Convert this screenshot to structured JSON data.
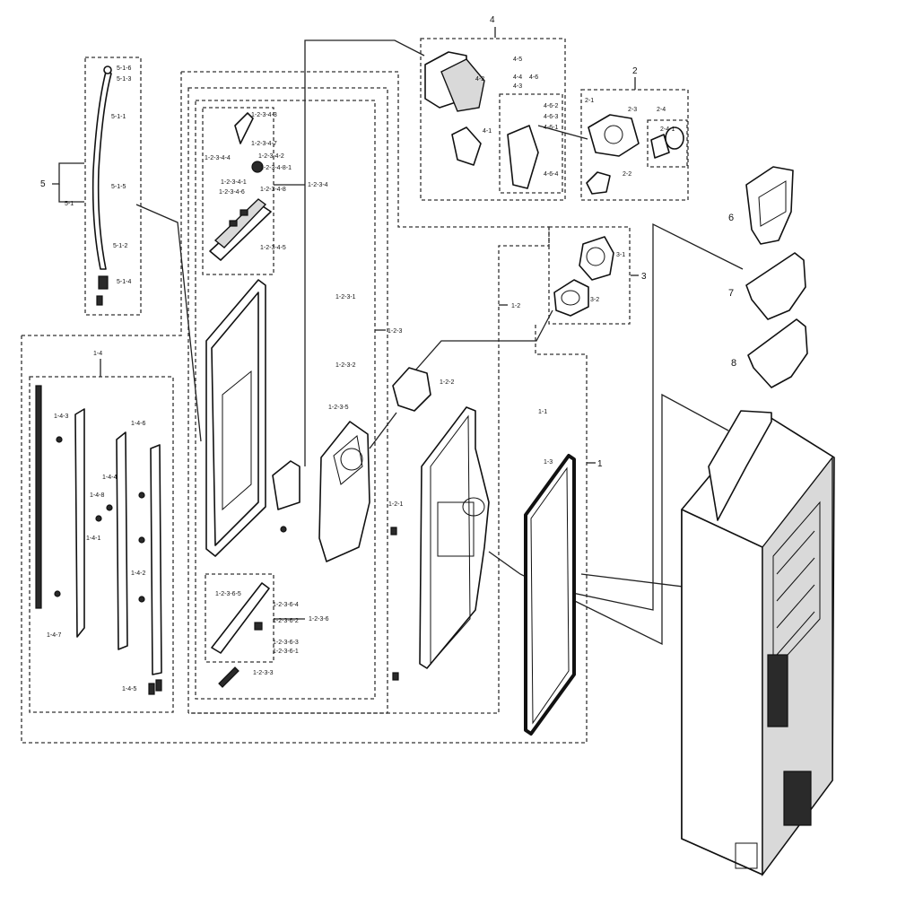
{
  "labels": {
    "top": [
      "4",
      "4-5",
      "4-2",
      "4-4",
      "4-3",
      "4-6",
      "4-1",
      "4-6-2",
      "4-6-3",
      "4-6-1",
      "4-6-4",
      "2",
      "2-1",
      "2-3",
      "2-4",
      "2-4-1",
      "2-2"
    ],
    "handle": [
      "5-1-6",
      "5-1-3",
      "5-1-1",
      "5",
      "5-1",
      "5-1-5",
      "5-1-2",
      "5-1-4"
    ],
    "dispenser_upper": [
      "1-2-3-4-3",
      "1-2-3-4-7",
      "1-2-3-4-2",
      "1-2-3-4-4",
      "1-2-3-4-8-1",
      "1-2-3-4-1",
      "1-2-3-4-6",
      "1-2-3-4-8",
      "1-2-3-4-5",
      "1-2-3-4"
    ],
    "inner_door": [
      "1-2-3-1",
      "1-2-3",
      "1-2-3-2",
      "1-2-3-5",
      "1-2",
      "1-2-2",
      "1-2-1",
      "1-1",
      "1-3",
      "1",
      "3-1",
      "3",
      "3-2"
    ],
    "dispenser_lower": [
      "1-2-3-6-5",
      "1-2-3-6-4",
      "1-2-3-6-2",
      "1-2-3-6",
      "1-2-3-6-3",
      "1-2-3-6-1",
      "1-2-3-3"
    ],
    "hinge": [
      "1-4",
      "1-4-3",
      "1-4-6",
      "1-4-4",
      "1-4-8",
      "1-4-1",
      "1-4-2",
      "1-4-7",
      "1-4-5"
    ],
    "bins": [
      "6",
      "7",
      "8"
    ]
  }
}
